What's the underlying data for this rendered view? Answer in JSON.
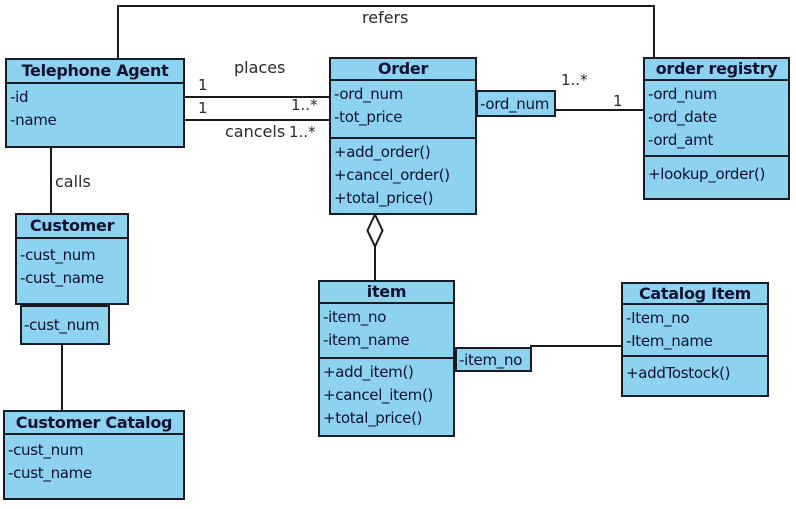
{
  "diagram": {
    "type": "uml-class-diagram",
    "classes": {
      "telephone_agent": {
        "title": "Telephone Agent",
        "attributes": [
          "-id",
          "-name"
        ],
        "methods": []
      },
      "order": {
        "title": "Order",
        "attributes": [
          "-ord_num",
          "-tot_price"
        ],
        "methods": [
          "+add_order()",
          "+cancel_order()",
          "+total_price()"
        ]
      },
      "order_registry": {
        "title": "order registry",
        "attributes": [
          "-ord_num",
          "-ord_date",
          "-ord_amt"
        ],
        "methods": [
          "+lookup_order()"
        ]
      },
      "customer": {
        "title": "Customer",
        "attributes": [
          "-cust_num",
          "-cust_name"
        ],
        "methods": []
      },
      "customer_catalog": {
        "title": "Customer Catalog",
        "attributes": [
          "-cust_num",
          "-cust_name"
        ],
        "methods": []
      },
      "item": {
        "title": "item",
        "attributes": [
          "-item_no",
          "-item_name"
        ],
        "methods": [
          "+add_item()",
          "+cancel_item()",
          "+total_price()"
        ]
      },
      "catalog_item": {
        "title": "Catalog Item",
        "attributes": [
          "-Item_no",
          "-Item_name"
        ],
        "methods": [
          "+addTostock()"
        ]
      }
    },
    "association_classes": {
      "ord_num": {
        "label": "-ord_num"
      },
      "item_no": {
        "label": "-item_no"
      },
      "cust_num": {
        "label": "-cust_num"
      }
    },
    "relationships": {
      "refers": {
        "label": "refers",
        "from": "Telephone Agent",
        "to": "order registry"
      },
      "places": {
        "label": "places",
        "from": "Telephone Agent",
        "to": "Order",
        "mult_source": "1",
        "mult_target": "1..*"
      },
      "cancels": {
        "label": "cancels",
        "from": "Telephone Agent",
        "to": "Order",
        "mult_source": "1",
        "mult_target": "1..*"
      },
      "calls": {
        "label": "calls",
        "from": "Telephone Agent",
        "to": "Customer"
      },
      "order_registry_assoc": {
        "from": "Order",
        "to": "order registry",
        "mult_source": "1..*",
        "mult_target": "1"
      },
      "order_item_aggregation": {
        "from": "Order",
        "to": "item",
        "kind": "aggregation"
      },
      "item_catalog_assoc": {
        "from": "item",
        "to": "Catalog Item"
      },
      "customer_catalog_assoc": {
        "from": "Customer",
        "to": "Customer Catalog"
      }
    },
    "colors": {
      "class_fill": "#8dd3f0",
      "class_border": "#1a1a24",
      "text": "#101030",
      "edge": "#1a1a1a",
      "background": "#ffffff"
    }
  }
}
